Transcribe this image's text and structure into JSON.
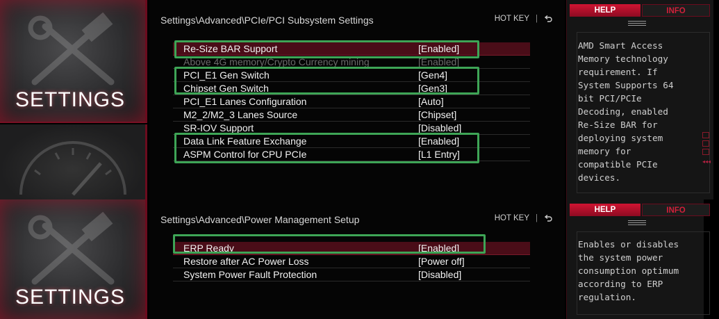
{
  "top": {
    "tile_label": "SETTINGS",
    "breadcrumb": "Settings\\Advanced\\PCIe/PCI Subsystem Settings",
    "hotkey": "HOT KEY",
    "hotkey_sep": "|",
    "rows": [
      {
        "label": "Re-Size BAR Support",
        "value": "[Enabled]"
      },
      {
        "label": "Above 4G memory/Crypto Currency mining",
        "value": "[Enabled]"
      },
      {
        "label": "PCI_E1 Gen Switch",
        "value": "[Gen4]"
      },
      {
        "label": "Chipset Gen Switch",
        "value": "[Gen3]"
      },
      {
        "label": "PCI_E1 Lanes Configuration",
        "value": "[Auto]"
      },
      {
        "label": "M2_2/M2_3 Lanes Source",
        "value": "[Chipset]"
      },
      {
        "label": "SR-IOV Support",
        "value": "[Disabled]"
      },
      {
        "label": "Data Link Feature Exchange",
        "value": "[Enabled]"
      },
      {
        "label": "ASPM Control for CPU PCIe",
        "value": "[L1 Entry]"
      }
    ],
    "help_tab": "HELP",
    "info_tab": "INFO",
    "help_text": "AMD Smart Access\nMemory technology\nrequirement. If\nSystem Supports 64\nbit PCI/PCIe\nDecoding, enabled\nRe-Size BAR for\ndeploying system\nmemory for\ncompatible PCIe\ndevices.",
    "side_arrow": "◂◂◂"
  },
  "bottom": {
    "tile_label": "SETTINGS",
    "breadcrumb": "Settings\\Advanced\\Power Management Setup",
    "hotkey": "HOT KEY",
    "hotkey_sep": "|",
    "rows": [
      {
        "label": "ERP Ready",
        "value": "[Enabled]"
      },
      {
        "label": "Restore after AC Power Loss",
        "value": "[Power off]"
      },
      {
        "label": "System Power Fault Protection",
        "value": "[Disabled]"
      }
    ],
    "help_tab": "HELP",
    "info_tab": "INFO",
    "help_text": "Enables or disables\nthe system power\nconsumption optimum\naccording to ERP\nregulation."
  },
  "colors": {
    "accent": "#d01432",
    "highlight_box": "#3ea556",
    "selected_row": "#4a0d18"
  }
}
